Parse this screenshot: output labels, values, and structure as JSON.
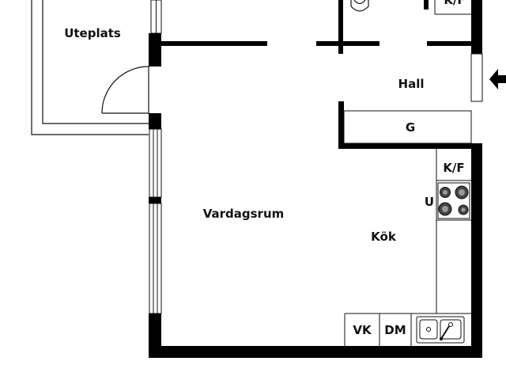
{
  "rooms": {
    "uteplats": "Uteplats",
    "hall": "Hall",
    "vardagsrum": "Vardagsrum",
    "kok": "Kök"
  },
  "fixtures": {
    "garderob": "G",
    "kyl_frys": "K/F",
    "ugn": "U",
    "vk": "VK",
    "dm": "DM",
    "kf_top": "K/F"
  },
  "icons": {
    "entrance": "entrance-arrow-icon",
    "stove": "stove-icon",
    "sink": "sink-icon",
    "toilet": "toilet-icon"
  },
  "colors": {
    "wall": "#000000",
    "line": "#111111",
    "background": "#ffffff"
  }
}
